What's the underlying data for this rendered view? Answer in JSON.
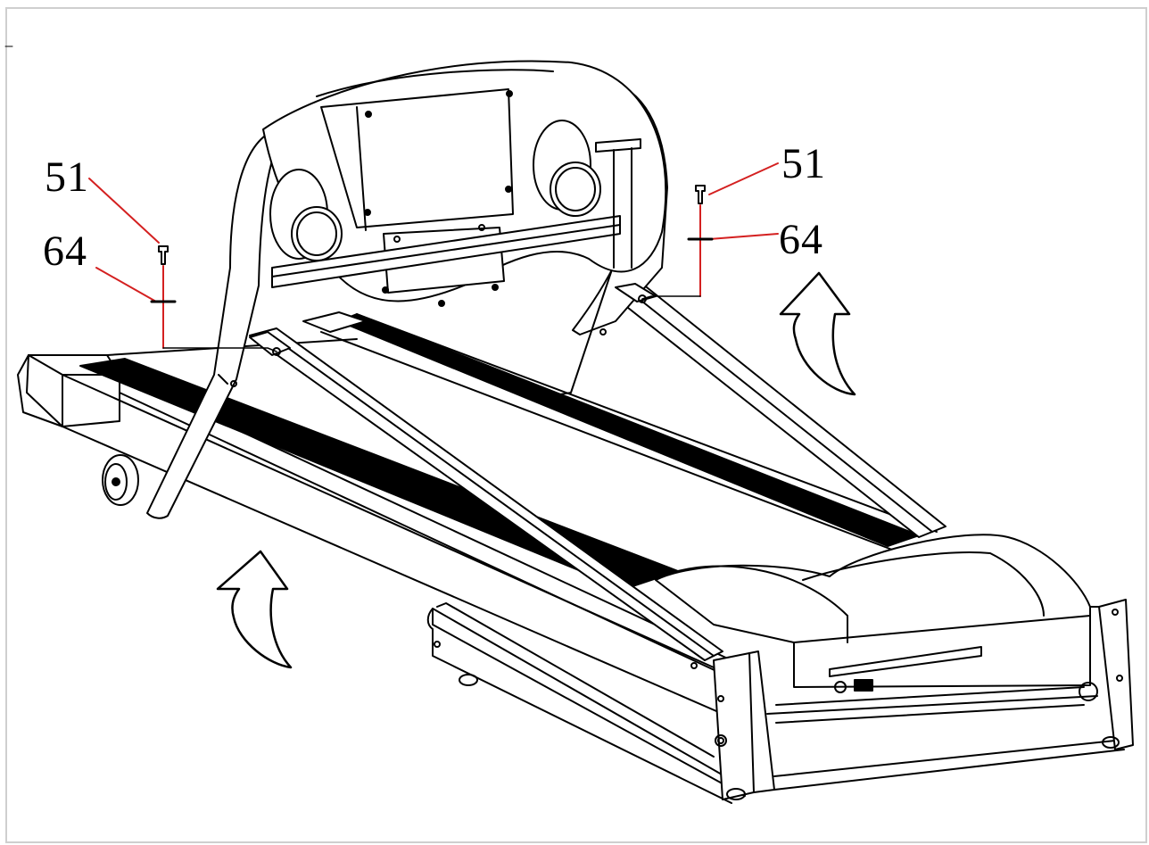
{
  "callouts": {
    "left_top": "51",
    "left_bottom": "64",
    "right_top": "51",
    "right_bottom": "64"
  },
  "colors": {
    "line": "#000000",
    "leader": "#d42020",
    "belt": "#000000",
    "frame_border": "#cfcfcf"
  },
  "icons": {
    "lift_arrow": "curved-up-arrow-icon",
    "bolt": "bolt-icon",
    "washer": "washer-icon"
  }
}
